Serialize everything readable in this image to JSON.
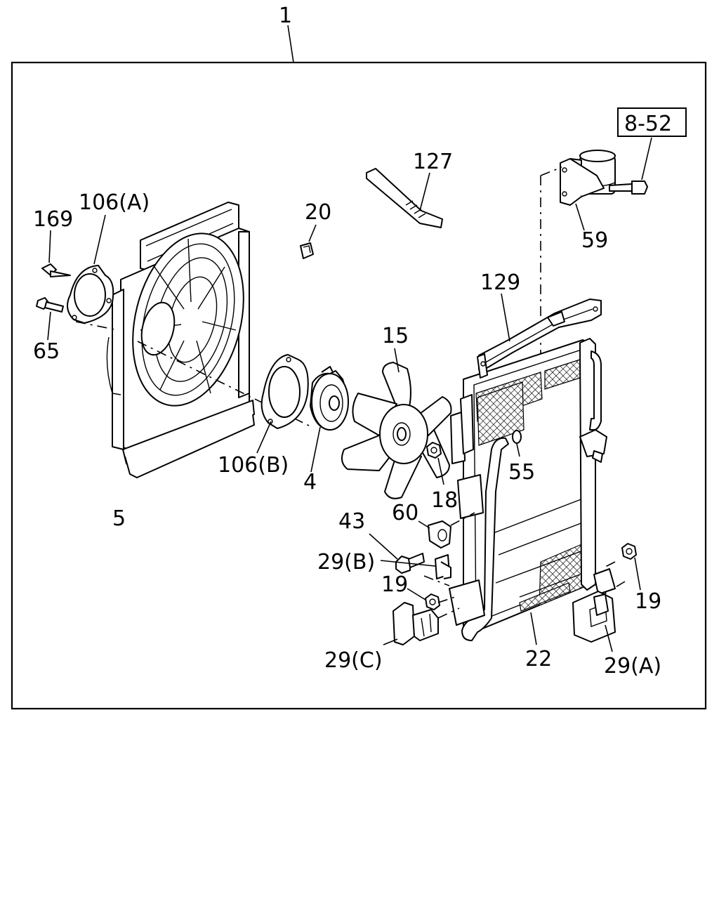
{
  "callouts": {
    "assembly": "1",
    "ref_box": "8-52",
    "p127": "127",
    "p20": "20",
    "p106a": "106(A)",
    "p169": "169",
    "p65": "65",
    "p59": "59",
    "p129": "129",
    "p15": "15",
    "p106b": "106(B)",
    "p4": "4",
    "p5": "5",
    "p55": "55",
    "p18": "18",
    "p43": "43",
    "p60": "60",
    "p29b": "29(B)",
    "p19_left": "19",
    "p19_right": "19",
    "p29c": "29(C)",
    "p22": "22",
    "p29a": "29(A)"
  }
}
